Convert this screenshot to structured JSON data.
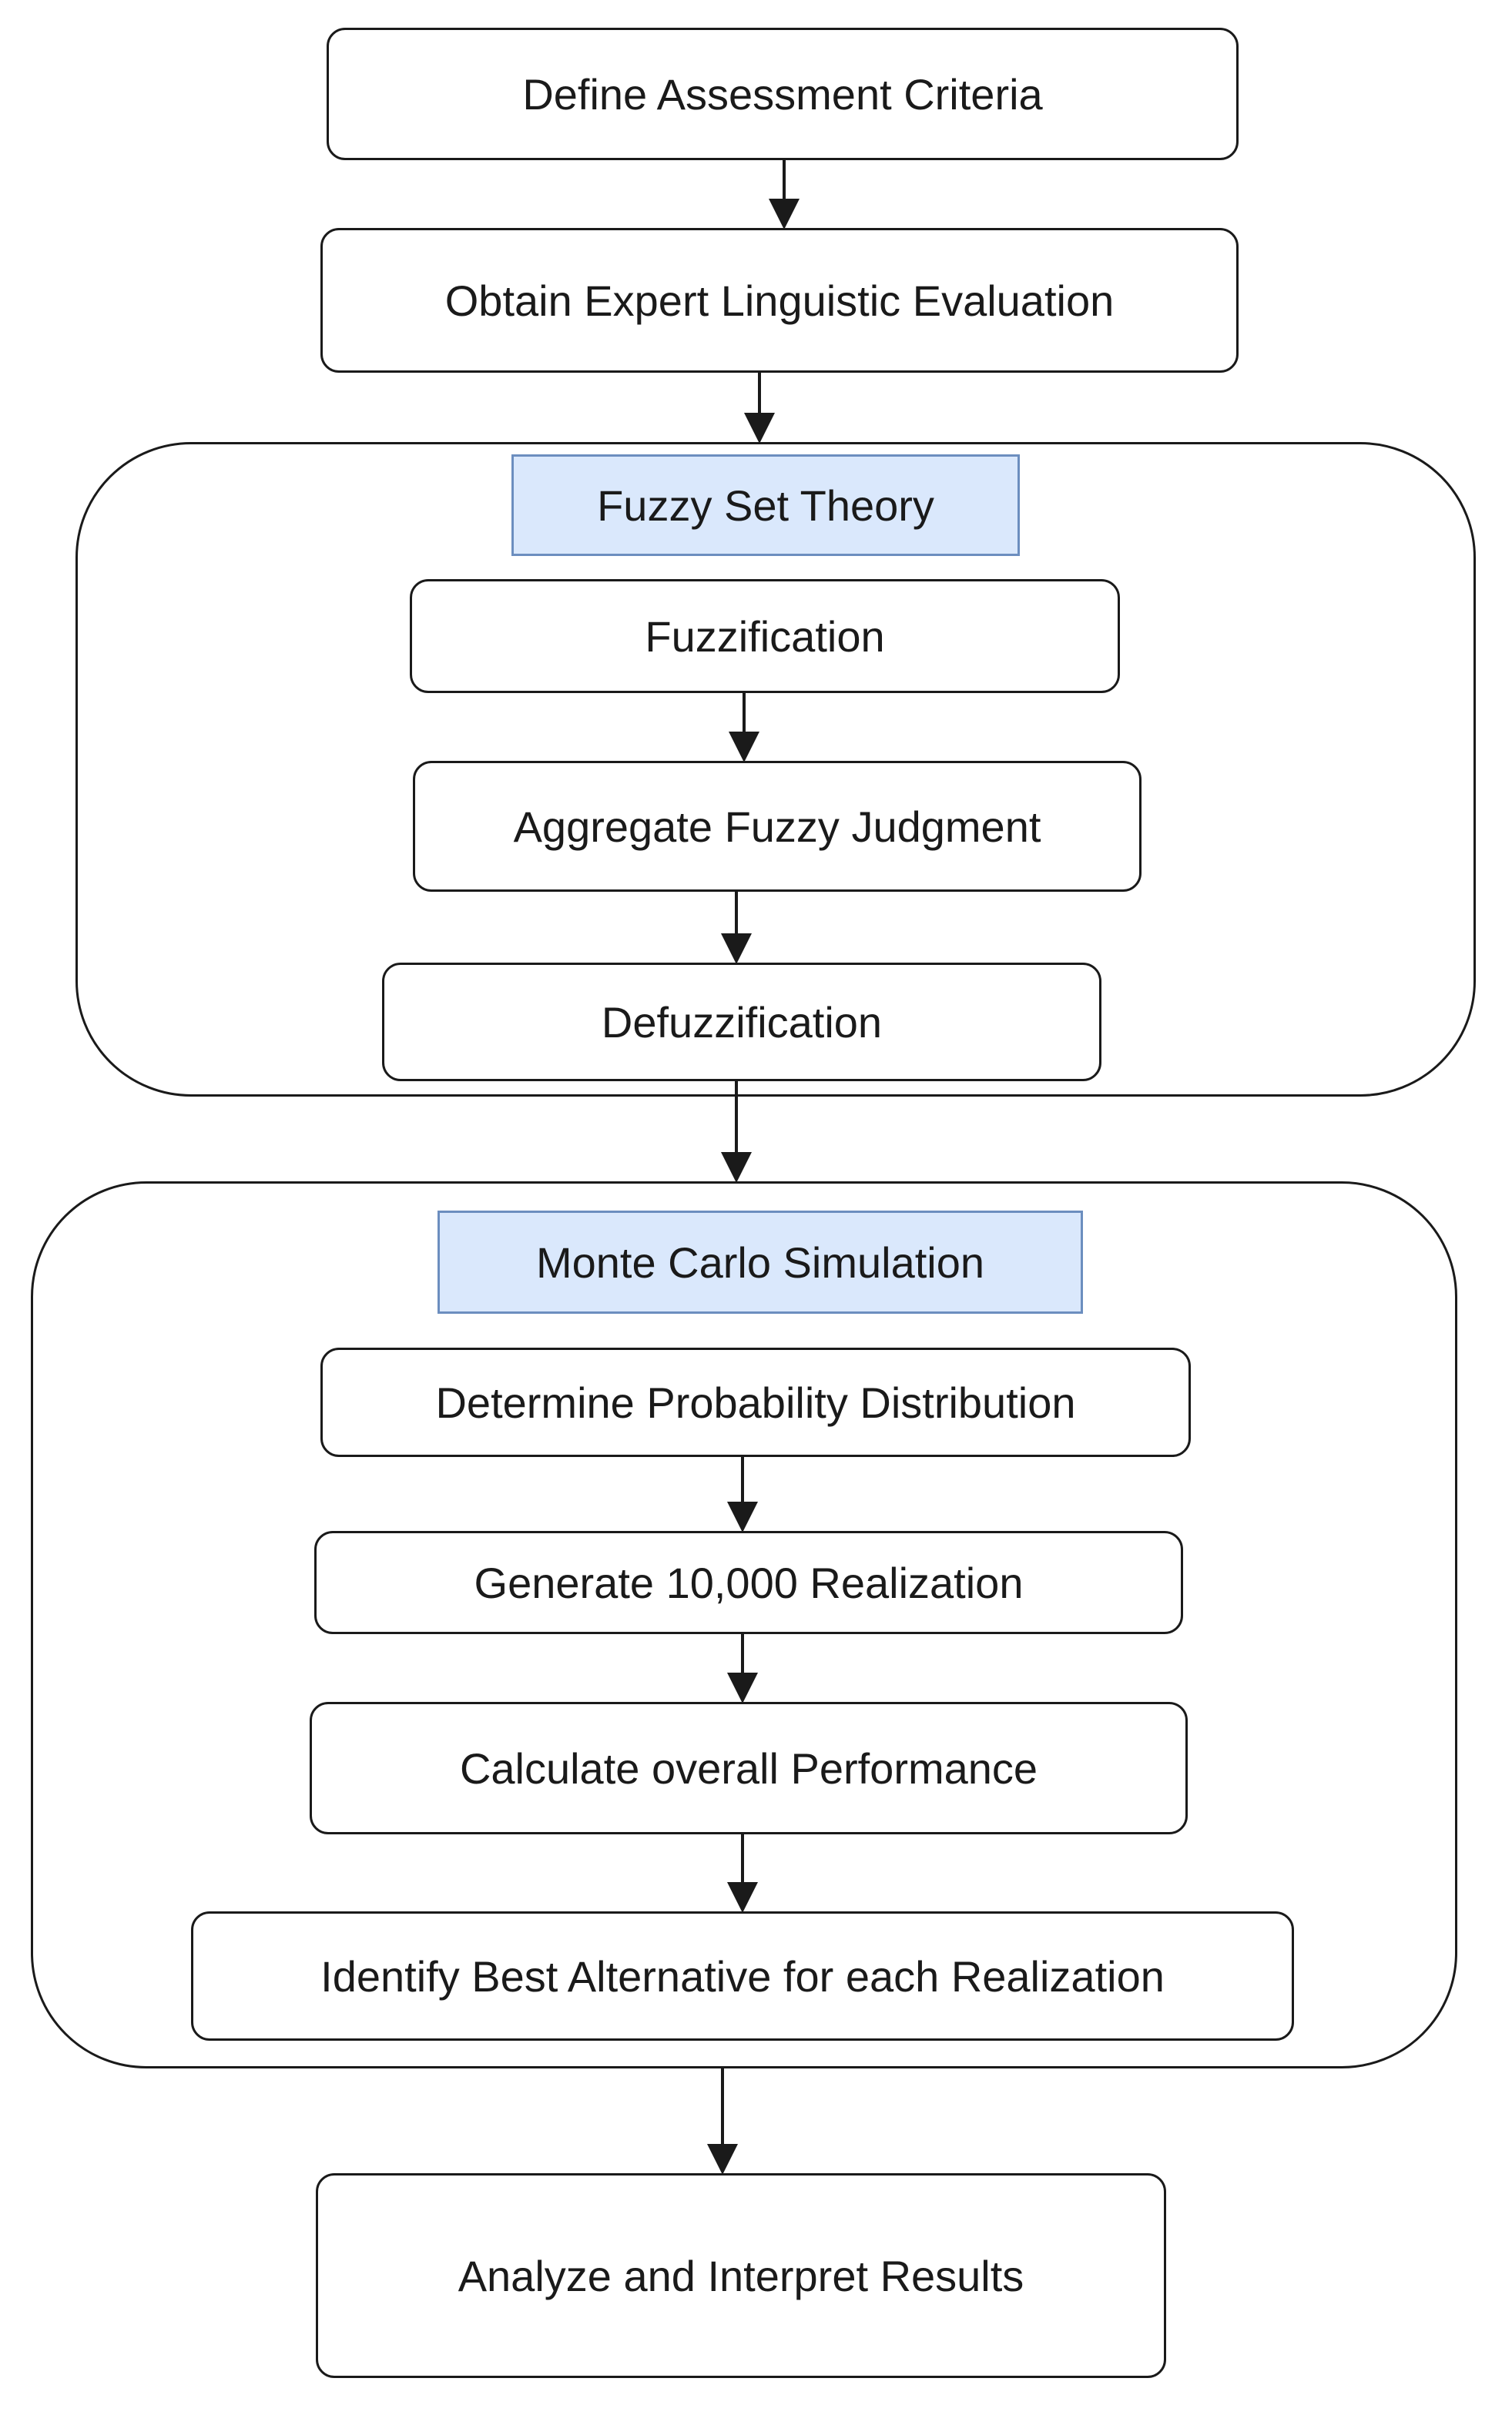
{
  "steps": {
    "define_criteria": "Define Assessment Criteria",
    "expert_evaluation": "Obtain Expert Linguistic Evaluation",
    "analyze_results": "Analyze and Interpret Results"
  },
  "fuzzy_group": {
    "title": "Fuzzy Set Theory",
    "steps": [
      "Fuzzification",
      "Aggregate Fuzzy Judgment",
      "Defuzzification"
    ]
  },
  "monte_carlo_group": {
    "title": "Monte Carlo Simulation",
    "steps": [
      "Determine Probability Distribution",
      "Generate 10,000 Realization",
      "Calculate overall Performance",
      "Identify Best Alternative for each Realization"
    ]
  },
  "colors": {
    "stroke": "#1a1a1a",
    "group_label_fill": "#dae8fc",
    "group_label_border": "#6c8ebf"
  }
}
